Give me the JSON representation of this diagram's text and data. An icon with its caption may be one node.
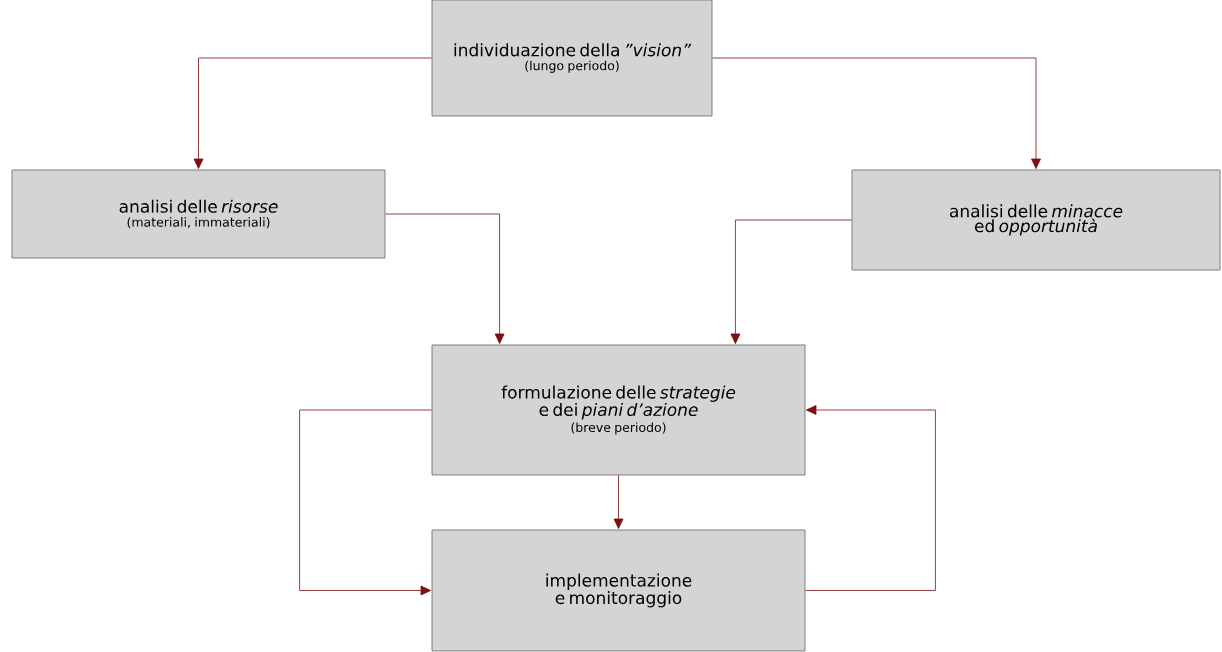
{
  "diagram": {
    "nodes": [
      {
        "text": [
          "individuazione della *”vision”*",
          "(lungo periodo)"
        ]
      },
      {
        "text": [
          "analisi delle *risorse*",
          "(materiali, immateriali)"
        ]
      },
      {
        "text": [
          "analisi delle *minacce* ed *opportunità*"
        ]
      },
      {
        "text": [
          "formulazione delle *strategie* e dei *piani d’azione*",
          "(breve periodo)"
        ]
      },
      {
        "text": [
          "implementazione e monitoraggio"
        ]
      }
    ],
    "edges": [
      {
        "from": 0,
        "to": 1,
        "arrow": "to"
      },
      {
        "from": 0,
        "to": 2,
        "arrow": "to"
      },
      {
        "from": 1,
        "to": 3,
        "arrow": "to"
      },
      {
        "from": 2,
        "to": 3,
        "arrow": "to"
      },
      {
        "from": 3,
        "to": 4,
        "arrow": "to"
      },
      {
        "from": 3,
        "to": 4,
        "arrow": "to"
      },
      {
        "from": 4,
        "to": 3,
        "arrow": "to"
      }
    ]
  }
}
